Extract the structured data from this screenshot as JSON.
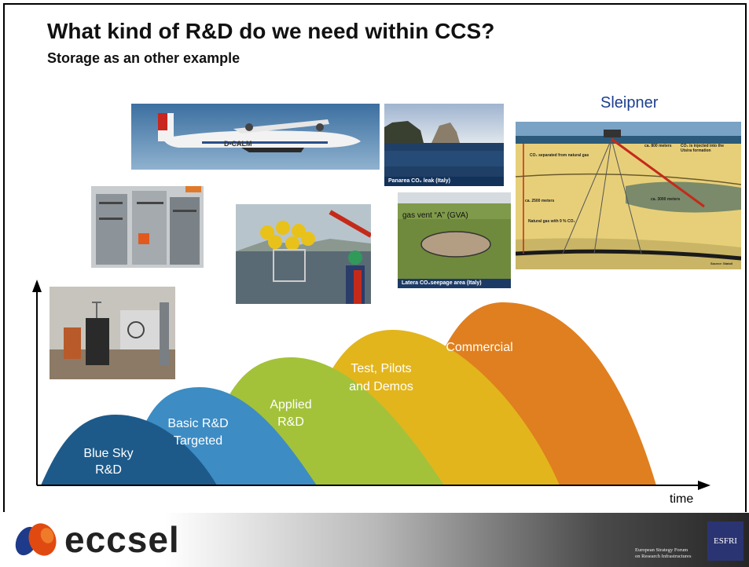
{
  "slide": {
    "title": "What kind of R&D do we need within CCS?",
    "subtitle": "Storage as an other example",
    "sleipner_label": "Sleipner"
  },
  "photos": {
    "panarea_caption": "Panarea CO₂ leak (Italy)",
    "latera_caption": "Latera CO₂seepage area (Italy)",
    "gas_vent_label": "gas vent “A” (GVA)",
    "aircraft_registration": "D-CALM",
    "sleipner_labels": [
      "CO₂ separated from natural gas",
      "ca. 800 meters",
      "CO₂ is injected into the Utsira formation",
      "ca. 2500 meters",
      "Natural gas with 9 % CO₂",
      "ca. 3000 meters",
      "Source: Statoil"
    ]
  },
  "diagram": {
    "stages": [
      {
        "id": "blue-sky",
        "label_lines": [
          "Blue Sky",
          "R&D"
        ],
        "color": "#1d5a8a"
      },
      {
        "id": "basic",
        "label_lines": [
          "Basic R&D",
          "Targeted"
        ],
        "color": "#3d8cc4"
      },
      {
        "id": "applied",
        "label_lines": [
          "Applied",
          "R&D"
        ],
        "color": "#a3c23a"
      },
      {
        "id": "test",
        "label_lines": [
          "Test, Pilots",
          "and Demos"
        ],
        "color": "#e2b51c"
      },
      {
        "id": "commercial",
        "label_lines": [
          "Commercial"
        ],
        "color": "#e07f1f"
      }
    ],
    "x_axis_label": "time"
  },
  "footer": {
    "logo_text": "eccsel",
    "esfri_line1": "European Strategy Forum",
    "esfri_line2": "on Research Infrastructures",
    "esfri_badge": "ESFRI"
  }
}
